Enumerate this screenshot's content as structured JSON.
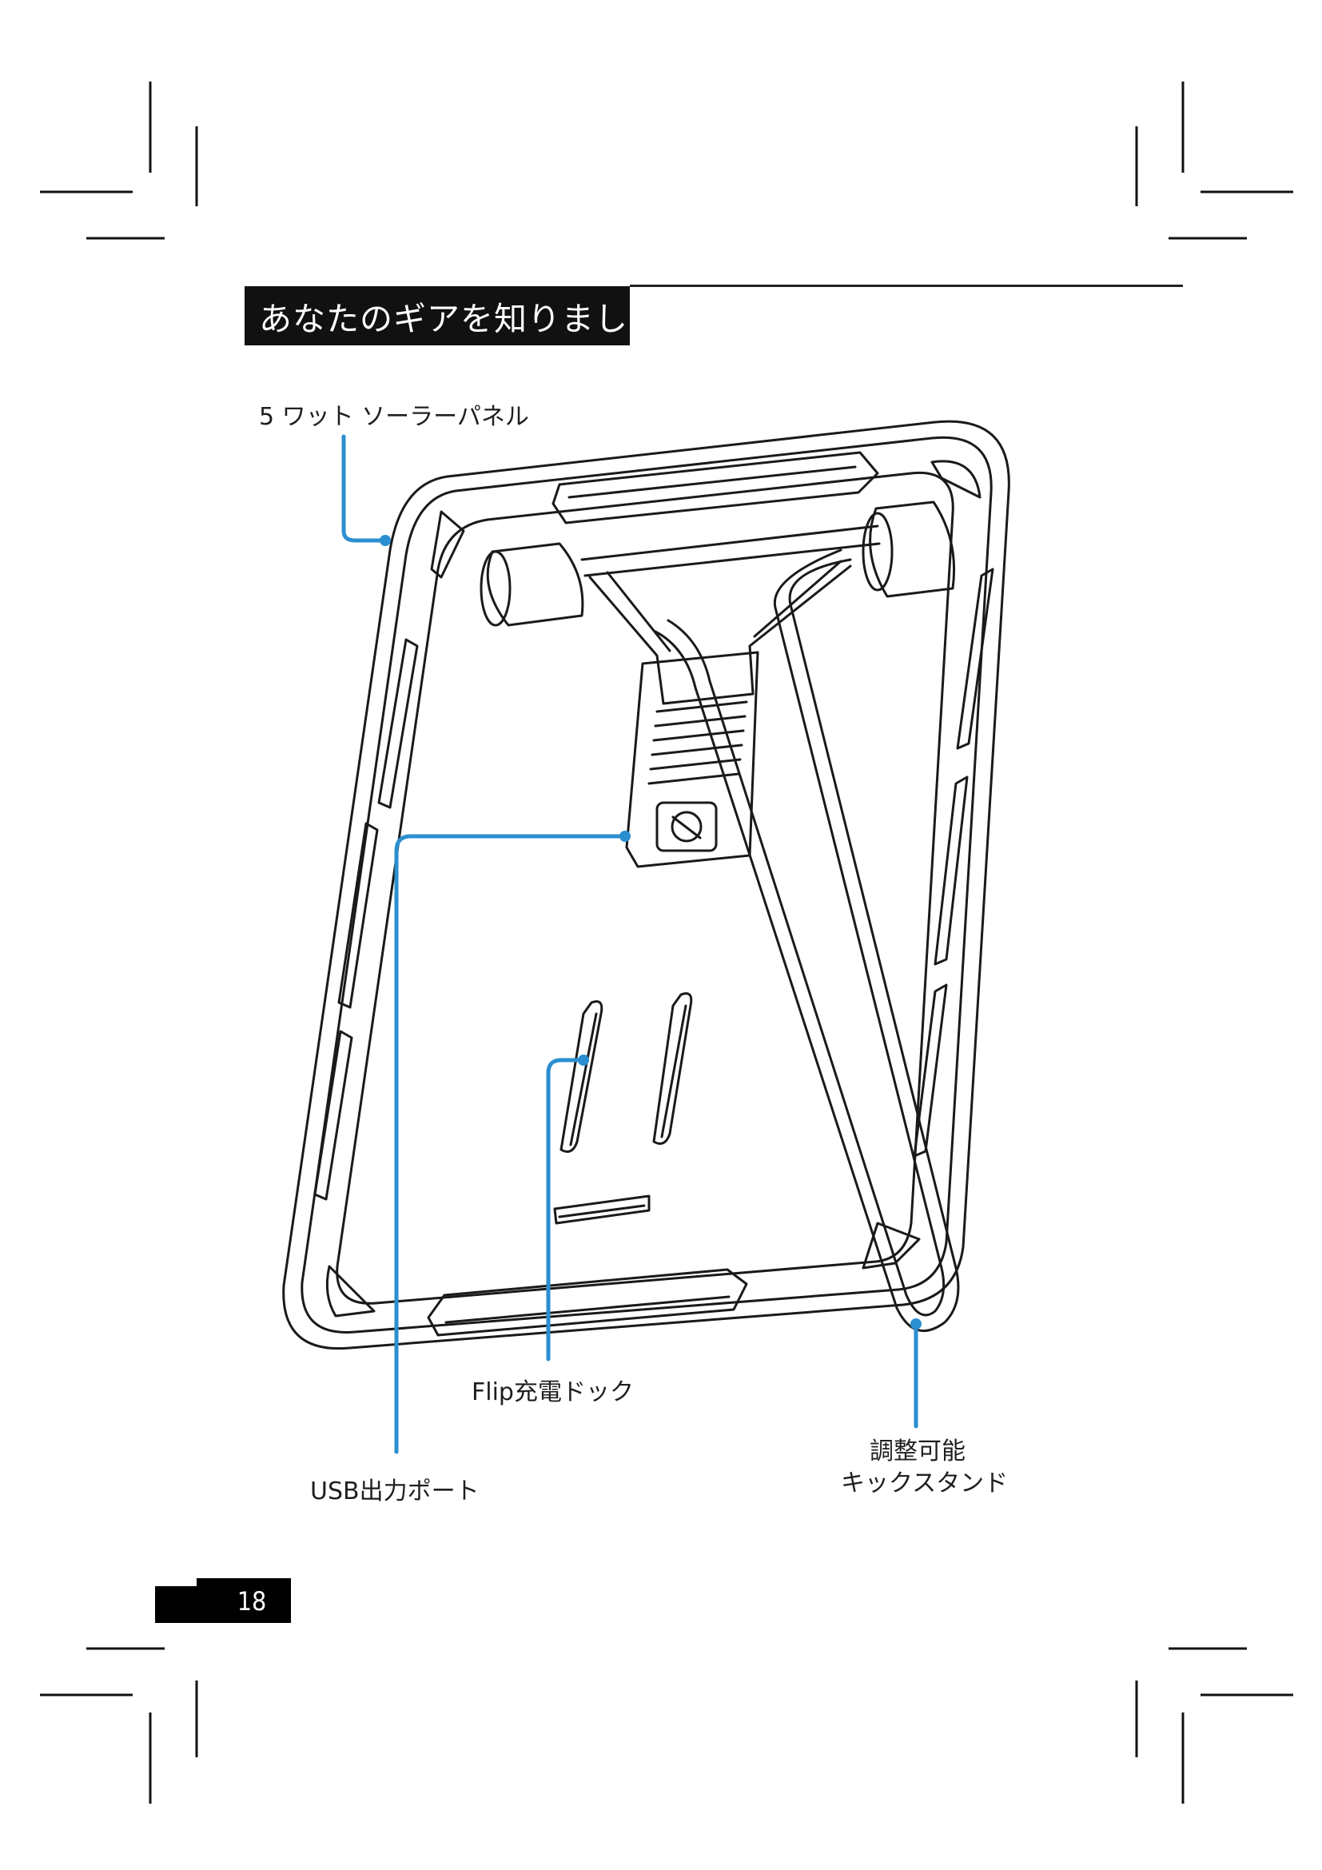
{
  "page": {
    "title": "あなたのギアを知りましょう",
    "page_number": "18"
  },
  "callouts": {
    "solar_panel": "5 ワット ソーラーパネル",
    "usb_port": "USB出力ポート",
    "flip_dock": "Flip充電ドック",
    "kickstand_line1": "調整可能",
    "kickstand_line2": "キックスタンド"
  },
  "colors": {
    "callout_line": "#2a8fd0",
    "title_bar": "#111111",
    "line_art": "#1a1a1a"
  }
}
